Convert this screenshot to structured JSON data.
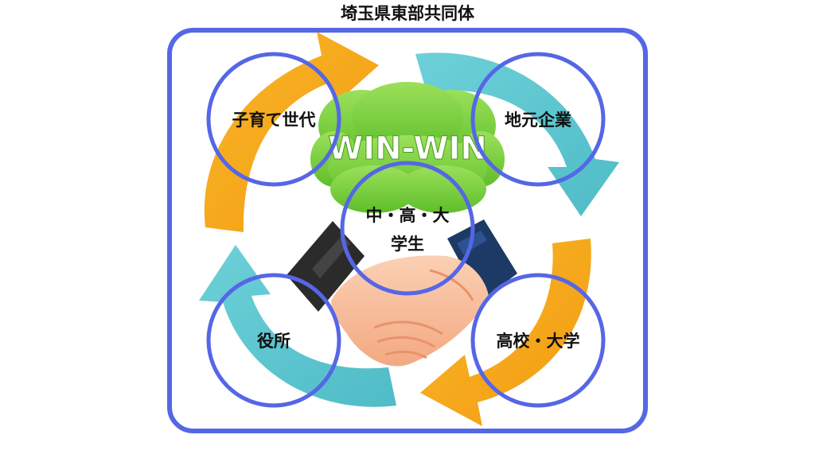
{
  "title": "埼玉県東部共同体",
  "center_badge": "WIN-WIN",
  "nodes": {
    "top_left": "子育て世代",
    "top_right": "地元企業",
    "center_line1": "中・高・大",
    "center_line2": "学生",
    "bottom_left": "役所",
    "bottom_right": "高校・大学"
  },
  "colors": {
    "frame": "#5567e6",
    "circle": "#5567e6",
    "orange_arrow": "#f7a81b",
    "teal_arrow": "#5ec8d2",
    "cloud": "#7dd13b",
    "suit_left": "#2b2b2b",
    "suit_right": "#1d3a66",
    "skin": "#f6b895"
  }
}
